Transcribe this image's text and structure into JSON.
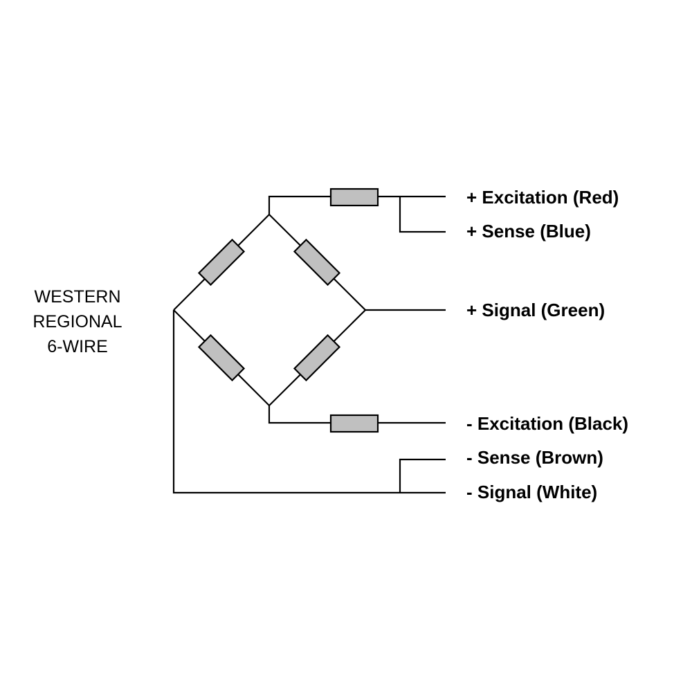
{
  "title": {
    "lines": [
      "WESTERN",
      "REGIONAL",
      "6-WIRE"
    ]
  },
  "wires": [
    {
      "label": "+ Excitation (Red)"
    },
    {
      "label": "+ Sense (Blue)"
    },
    {
      "label": "+ Signal (Green)"
    },
    {
      "label": "- Excitation (Black)"
    },
    {
      "label": "- Sense (Brown)"
    },
    {
      "label": "- Signal (White)"
    }
  ],
  "colors": {
    "resistor_fill": "#c0c0c0",
    "line": "#000000"
  }
}
